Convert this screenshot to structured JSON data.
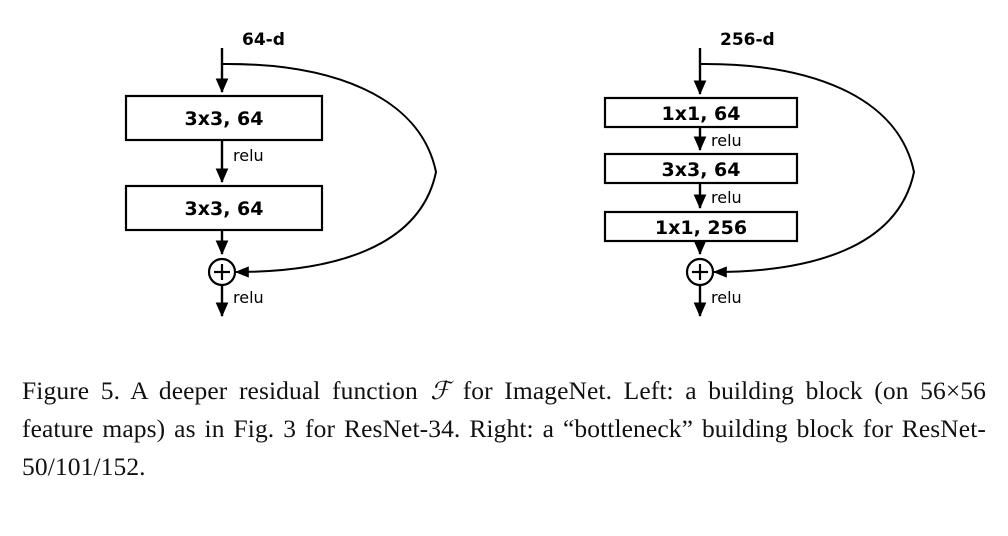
{
  "figure": {
    "caption_label": "Figure 5.",
    "caption_text_1": "Figure 5. A deeper residual function",
    "caption_math_symbol": "ℱ",
    "caption_text_2": "for ImageNet.  Left: a building block (on 56×56 feature maps) as in Fig. 3 for ResNet-34.  Right: a “bottleneck” building block for ResNet-50/101/152.",
    "caption_full": "Figure 5. A deeper residual function ℱ for ImageNet. Left: a building block (on 56×56 feature maps) as in Fig. 3 for ResNet-34. Right: a “bottleneck” building block for ResNet-50/101/152."
  },
  "colors": {
    "stroke": "#000000",
    "fill": "#ffffff",
    "background": "#ffffff",
    "caption_text": "#111111"
  },
  "left_diagram": {
    "name": "basic-building-block",
    "input_label": "64-d",
    "blocks": [
      {
        "label": "3x3, 64"
      },
      {
        "label": "3x3, 64"
      }
    ],
    "relu_between": "relu",
    "relu_output": "relu",
    "add_symbol": "+",
    "skip_connection": "identity"
  },
  "right_diagram": {
    "name": "bottleneck-building-block",
    "input_label": "256-d",
    "blocks": [
      {
        "label": "1x1, 64"
      },
      {
        "label": "3x3, 64"
      },
      {
        "label": "1x1, 256"
      }
    ],
    "relu_after_block_1": "relu",
    "relu_after_block_2": "relu",
    "relu_output": "relu",
    "add_symbol": "+",
    "skip_connection": "identity"
  }
}
